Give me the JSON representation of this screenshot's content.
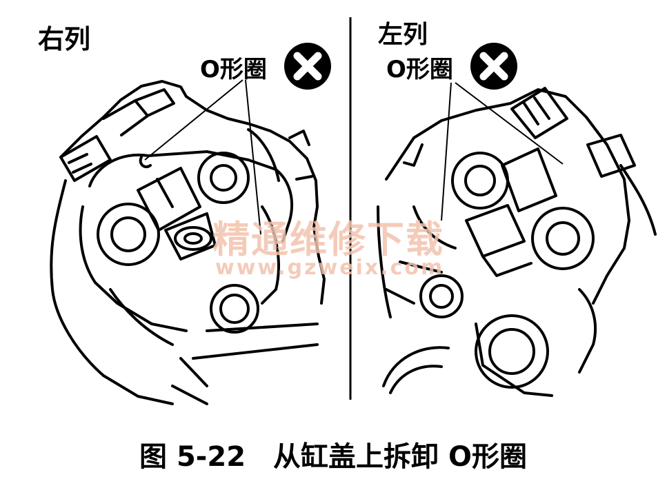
{
  "panels": {
    "right": {
      "title": "右列",
      "callout": "O形圈"
    },
    "left": {
      "title": "左列",
      "callout": "O形圈"
    }
  },
  "prohibit_icon": "cross-circle-icon",
  "caption": "图 5-22　从缸盖上拆卸 O形圈",
  "watermark": {
    "name": "精通维修下载",
    "url": "www.gzweix.com"
  },
  "colors": {
    "ink": "#000000",
    "paper": "#ffffff",
    "watermark": "#f3c3ad"
  }
}
